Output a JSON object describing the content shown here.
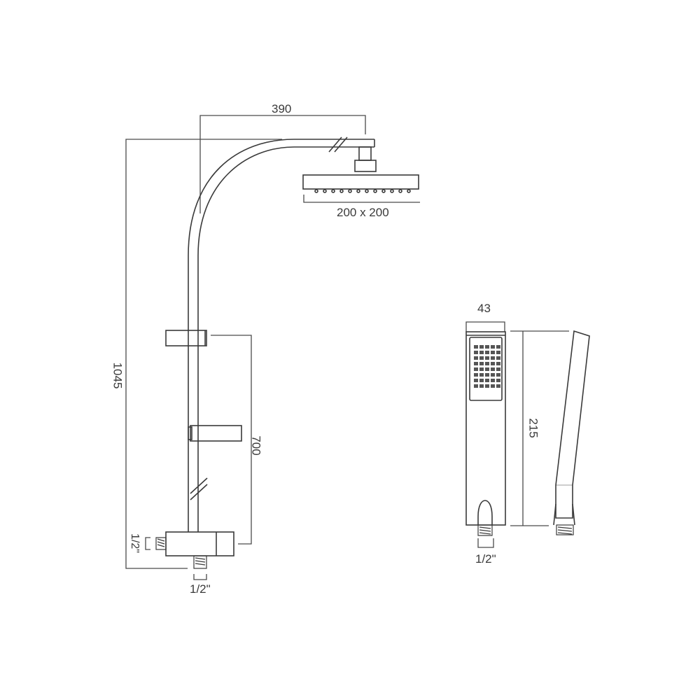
{
  "drawing": {
    "subject": "Shower riser kit with fixed overhead head and handset",
    "colors": {
      "line": "#3a3a3a",
      "background": "#ffffff"
    },
    "dimensions": {
      "arm_reach": "390",
      "overhead_head_size": "200 x 200",
      "overall_height": "1045",
      "slide_rail_length": "700",
      "side_inlet_thread": "1/2\"",
      "bottom_outlet_thread": "1/2\"",
      "handset_width": "43",
      "handset_length": "215",
      "handset_thread": "1/2\""
    }
  }
}
